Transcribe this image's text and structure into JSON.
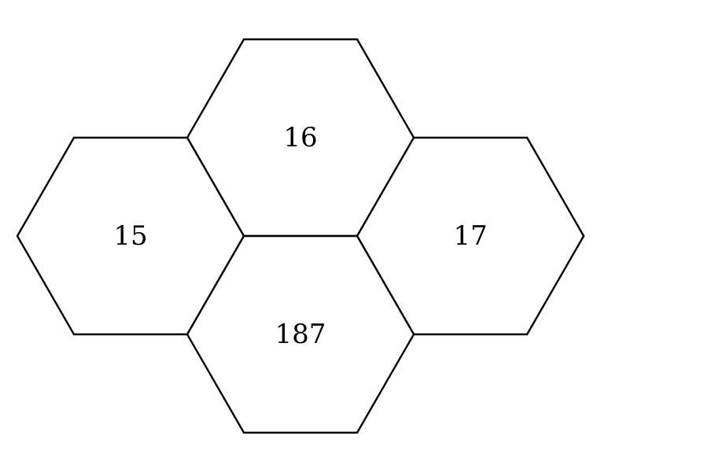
{
  "hexagons": [
    {
      "id": "top",
      "label": "16"
    },
    {
      "id": "left",
      "label": "15"
    },
    {
      "id": "right",
      "label": "17"
    },
    {
      "id": "bottom",
      "label": "187"
    }
  ]
}
